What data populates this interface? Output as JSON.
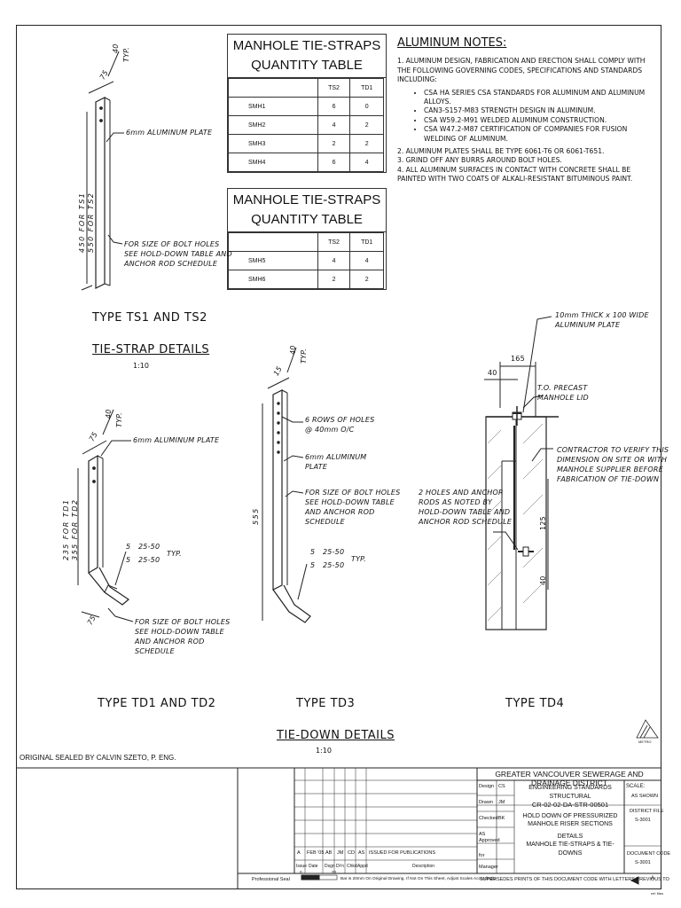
{
  "table1": {
    "title_line1": "MANHOLE TIE-STRAPS",
    "title_line2": "QUANTITY TABLE",
    "headers": [
      "",
      "TS2",
      "TD1"
    ],
    "rows": [
      [
        "SMH1",
        "6",
        "0"
      ],
      [
        "SMH2",
        "4",
        "2"
      ],
      [
        "SMH3",
        "2",
        "2"
      ],
      [
        "SMH4",
        "6",
        "4"
      ]
    ]
  },
  "table2": {
    "title_line1": "MANHOLE TIE-STRAPS",
    "title_line2": "QUANTITY TABLE",
    "headers": [
      "",
      "TS2",
      "TD1"
    ],
    "rows": [
      [
        "SMH5",
        "4",
        "4"
      ],
      [
        "SMH6",
        "2",
        "2"
      ]
    ]
  },
  "notes": {
    "title": "ALUMINUM NOTES:",
    "n1": "1. ALUMINUM DESIGN, FABRICATION AND ERECTION SHALL COMPLY WITH THE FOLLOWING GOVERNING CODES, SPECIFICATIONS AND STANDARDS INCLUDING:",
    "bullets": [
      "CSA HA SERIES CSA STANDARDS FOR ALUMINUM AND ALUMINUM ALLOYS.",
      "CAN3-S157-M83 STRENGTH DESIGN IN ALUMINUM.",
      "CSA W59.2-M91 WELDED ALUMINUM CONSTRUCTION.",
      "CSA W47.2-M87 CERTIFICATION OF COMPANIES FOR FUSION WELDING OF ALUMINUM."
    ],
    "n2": "2. ALUMINUM PLATES SHALL BE TYPE 6061-T6 OR 6061-T651.",
    "n3": "3. GRIND OFF ANY BURRS AROUND BOLT HOLES.",
    "n4": "4. ALL ALUMINUM SURFACES IN CONTACT WITH CONCRETE SHALL BE PAINTED WITH TWO COATS OF ALKALI-RESISTANT BITUMINOUS PAINT."
  },
  "ts": {
    "dim_40": "40",
    "dim_typ": "TYP.",
    "dim_75": "75",
    "dim_vert1": "450 FOR TS1",
    "dim_vert2": "550 FOR TS2",
    "plate": "6mm ALUMINUM PLATE",
    "bolt_l1": "FOR SIZE OF BOLT HOLES",
    "bolt_l2": "SEE HOLD-DOWN TABLE AND",
    "bolt_l3": "ANCHOR ROD SCHEDULE",
    "type_label": "TYPE TS1 AND TS2",
    "section_title": "TIE-STRAP DETAILS",
    "scale": "1:10"
  },
  "td12": {
    "dim_40": "40",
    "dim_typ": "TYP.",
    "dim_75": "75",
    "dim_75b": "75",
    "dim_vert1": "235 FOR TD1",
    "dim_vert2": "355 FOR TD2",
    "plate": "6mm ALUMINUM PLATE",
    "weld_5a": "5",
    "weld_a": "25-50",
    "weld_5b": "5",
    "weld_b": "25-50",
    "weld_typ": "TYP.",
    "bolt_l1": "FOR SIZE OF BOLT HOLES",
    "bolt_l2": "SEE HOLD-DOWN TABLE",
    "bolt_l3": "AND ANCHOR ROD",
    "bolt_l4": "SCHEDULE",
    "type_label": "TYPE TD1 AND TD2"
  },
  "td3": {
    "dim_40": "40",
    "dim_typ": "TYP.",
    "dim_15": "15",
    "dim_555": "555",
    "rows_l1": "6 ROWS OF HOLES",
    "rows_l2": "@ 40mm O/C",
    "plate_l1": "6mm ALUMINUM",
    "plate_l2": "PLATE",
    "bolt_l1": "FOR SIZE OF BOLT HOLES",
    "bolt_l2": "SEE HOLD-DOWN TABLE",
    "bolt_l3": "AND ANCHOR ROD",
    "bolt_l4": "SCHEDULE",
    "weld_5a": "5",
    "weld_a": "25-50",
    "weld_5b": "5",
    "weld_b": "25-50",
    "weld_typ": "TYP.",
    "type_label": "TYPE TD3"
  },
  "td4": {
    "plate_l1": "10mm THICK x 100 WIDE",
    "plate_l2": "ALUMINUM PLATE",
    "dim_165": "165",
    "dim_40": "40",
    "dim_125": "125",
    "dim_40b": "40",
    "lid_l1": "T.O. PRECAST",
    "lid_l2": "MANHOLE LID",
    "contr_l1": "CONTRACTOR TO VERIFY THIS",
    "contr_l2": "DIMENSION ON SITE OR WITH",
    "contr_l3": "MANHOLE SUPPLIER BEFORE",
    "contr_l4": "FABRICATION OF TIE-DOWN",
    "holes_l1": "2 HOLES AND ANCHOR",
    "holes_l2": "RODS AS NOTED BY",
    "holes_l3": "HOLD-DOWN TABLE AND",
    "holes_l4": "ANCHOR ROD SCHEDULE",
    "type_label": "TYPE TD4"
  },
  "tiedown": {
    "title": "TIE-DOWN DETAILS",
    "scale": "1:10"
  },
  "seal": "ORIGINAL SEALED BY CALVIN SZETO, P. ENG.",
  "titleblock": {
    "district": "GREATER VANCOUVER SEWERAGE AND DRAINAGE DISTRICT",
    "std1": "ENGINEERING STANDARDS",
    "std2": "STRUCTURAL",
    "docno": "CR-02-02-DA-STR-00501",
    "desc1": "HOLD DOWN OF PRESSURIZED",
    "desc2": "MANHOLE RISER SECTIONS",
    "desc3": "DETAILS",
    "desc4": "MANHOLE TIE-STRAPS & TIE-DOWNS",
    "design_lbl": "Design",
    "design_val": "CS",
    "drawn_lbl": "Drawn",
    "drawn_val": "JM",
    "checked_lbl": "Checked",
    "checked_val": "BK",
    "approved_lbl": "Approved",
    "approved_val": "AS",
    "manager_lbl": "Manager",
    "manager_val": "for",
    "scale_lbl": "SCALE:",
    "scale_val": "AS SHOWN",
    "distfile_lbl": "DISTRICT FILE",
    "distfile_val": "S-3001",
    "doccode_lbl": "DOCUMENT CODE",
    "doccode_val": "S-3001",
    "rev_row": [
      "A",
      "FEB '05",
      "AB",
      "JM",
      "CD",
      "AS",
      "ISSUED FOR PUBLICATIONS"
    ],
    "rev_headers": [
      "Issue",
      "Date",
      "Dsgn",
      "Dr'n",
      "Chkd",
      "Appd",
      "Description"
    ],
    "prof_seal": "Professional Seal",
    "bar_note": "Bar is 20mm On Original Drawing. If Not On This Sheet, Adjust Scales Accordingly.",
    "bar_0": "0",
    "bar_20": "20",
    "supersedes": "SUPERSEDES PRINTS OF THIS DOCUMENT CODE WITH LETTERS PREVIOUS TO",
    "supersedes_val": "A",
    "logo_text": "METRO"
  },
  "corner": "ref: files"
}
